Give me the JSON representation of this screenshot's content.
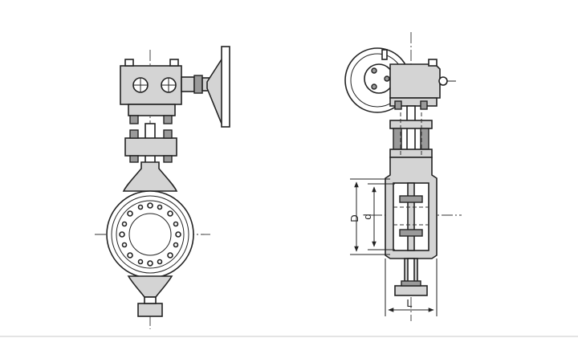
{
  "diagram": {
    "dimension_labels": {
      "outer_diameter": "D",
      "inner_diameter": "d",
      "length": "L"
    },
    "line_color": "#222222",
    "background": "#ffffff"
  }
}
